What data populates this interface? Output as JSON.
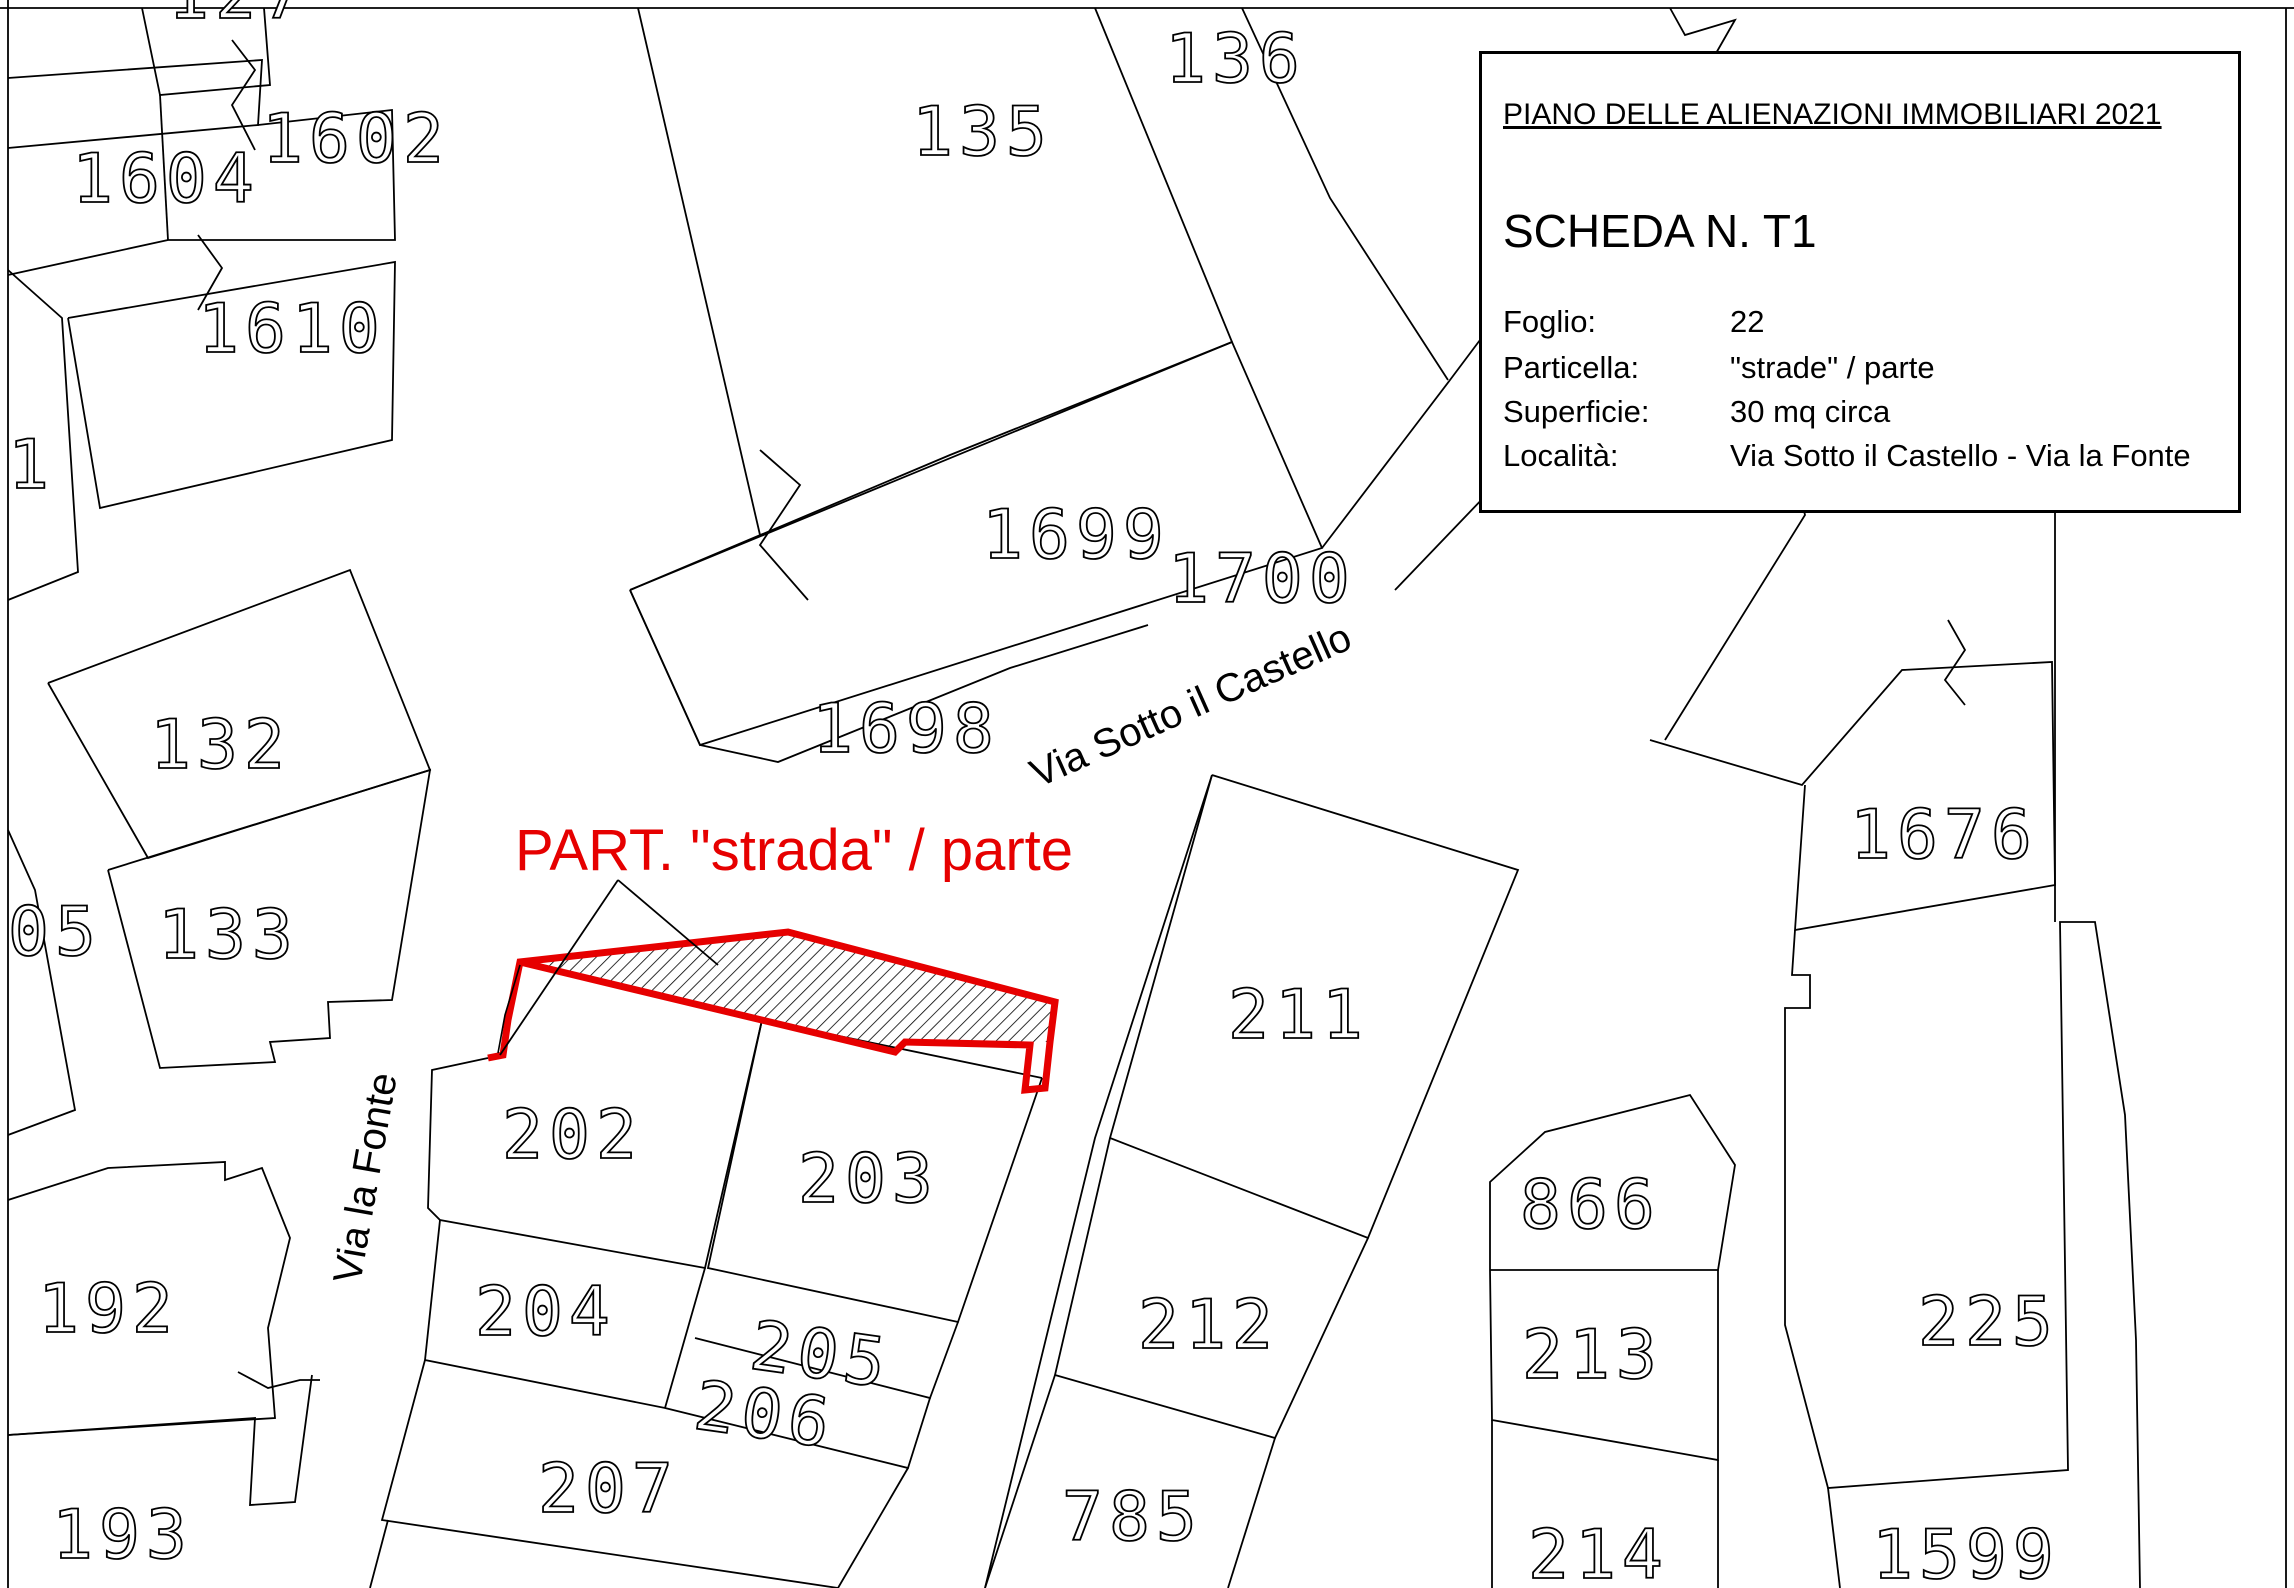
{
  "info_box": {
    "title": "PIANO DELLE ALIENAZIONI IMMOBILIARI 2021",
    "scheda": "SCHEDA N. T1",
    "rows": [
      {
        "key": "Foglio:",
        "value": "22"
      },
      {
        "key": "Particella:",
        "value": "\"strade\" / parte"
      },
      {
        "key": "Superficie:",
        "value": "30 mq circa"
      },
      {
        "key": "Località:",
        "value": "Via Sotto il Castello - Via la Fonte"
      }
    ]
  },
  "highlight": {
    "label": "PART. \"strada\" / parte",
    "color": "#e60000"
  },
  "streets": {
    "sotto_castello": "Via Sotto il Castello",
    "la_fonte": "Via la Fonte"
  },
  "parcels": {
    "p127": "127",
    "p1604": "1604",
    "p1602": "1602",
    "p1610": "1610",
    "p1": "1",
    "p135": "135",
    "p136": "136",
    "p1699": "1699",
    "p1700": "1700",
    "p1698": "1698",
    "p132": "132",
    "p133": "133",
    "p05": "05",
    "p202": "202",
    "p203": "203",
    "p204": "204",
    "p205": "205",
    "p206": "206",
    "p207": "207",
    "p192": "192",
    "p193": "193",
    "p211": "211",
    "p212": "212",
    "p785": "785",
    "p866": "866",
    "p213": "213",
    "p214": "214",
    "p1676": "1676",
    "p225": "225",
    "p1599": "1599"
  }
}
